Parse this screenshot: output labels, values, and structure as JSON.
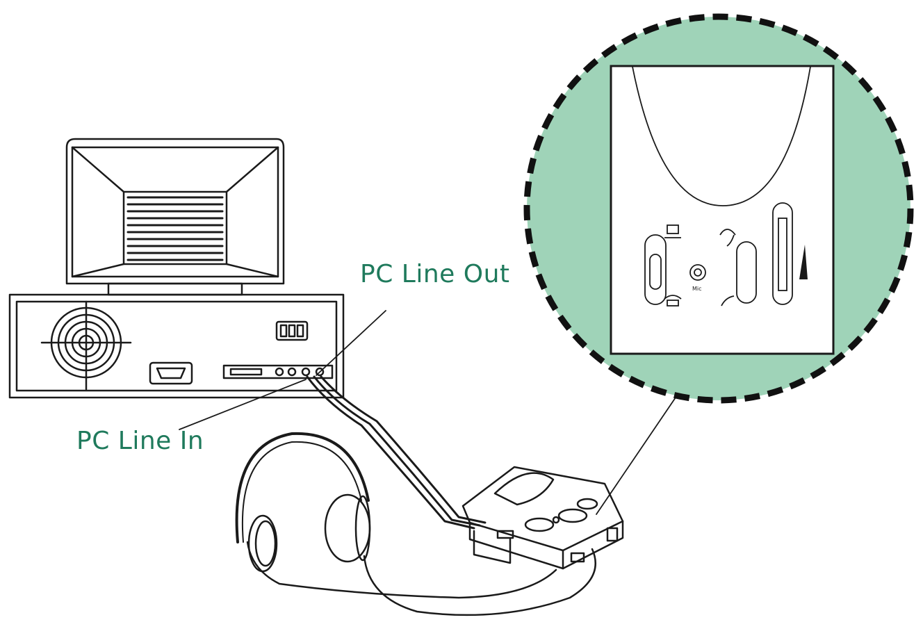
{
  "labels": {
    "pc_line_out": "PC Line Out",
    "pc_line_in": "PC Line In",
    "mic": "Mic"
  },
  "colors": {
    "label_text": "#1f7a5c",
    "zoom_circle_fill": "#9fd3b8",
    "line": "#1a1a1a"
  }
}
